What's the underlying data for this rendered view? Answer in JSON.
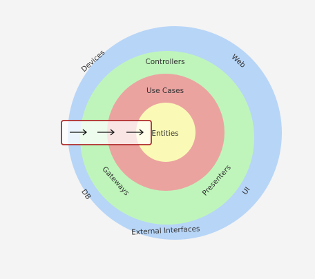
{
  "diagram": {
    "colors": {
      "background": "#f4f4f4",
      "outer_ring": "#b7d5f7",
      "green_ring": "#bff5bb",
      "red_ring": "#eba3a0",
      "core": "#fafab6",
      "arrow_box_border": "#b02a2a",
      "arrow": "#111111",
      "label": "#333333"
    },
    "rings": {
      "outer": {
        "labels": {
          "devices": "Devices",
          "web": "Web",
          "db": "DB",
          "ui": "UI",
          "external_interfaces": "External Interfaces"
        }
      },
      "green": {
        "labels": {
          "controllers": "Controllers",
          "gateways": "Gateways",
          "presenters": "Presenters"
        }
      },
      "red": {
        "labels": {
          "use_cases": "Use Cases"
        }
      },
      "core": {
        "labels": {
          "entities": "Entities"
        }
      }
    },
    "arrow_box": {
      "arrows": [
        "right-arrow-icon",
        "right-arrow-icon",
        "right-arrow-icon"
      ]
    }
  }
}
